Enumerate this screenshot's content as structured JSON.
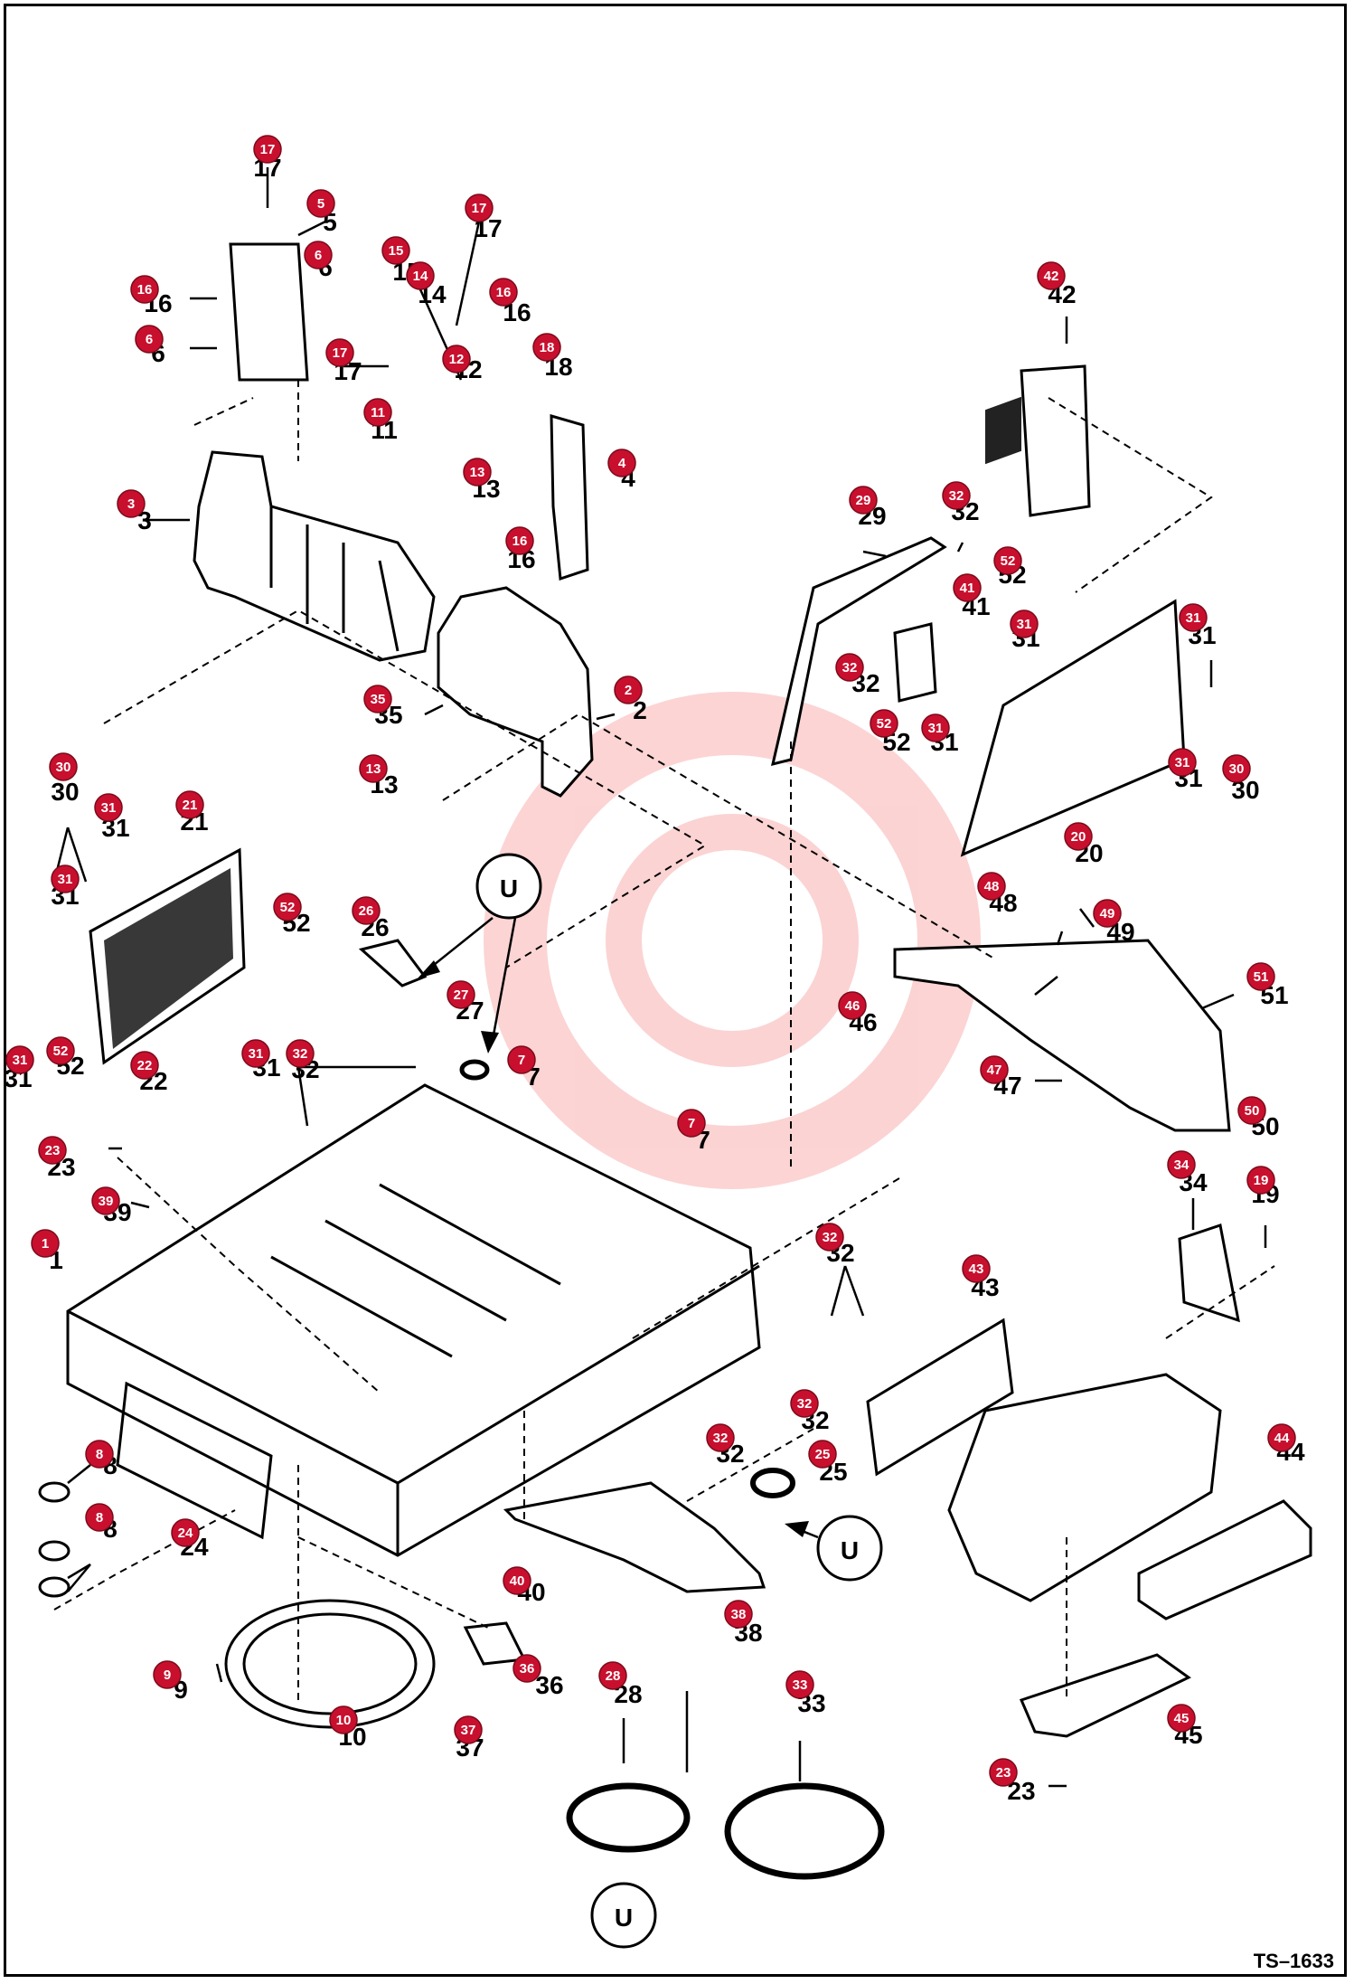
{
  "drawing_code": "TS–1633",
  "callout_color": "#c8102e",
  "sealant_symbol_letter": "U",
  "callouts": [
    {
      "n": "17"
    },
    {
      "n": "5"
    },
    {
      "n": "6"
    },
    {
      "n": "16"
    },
    {
      "n": "6"
    },
    {
      "n": "17"
    },
    {
      "n": "15"
    },
    {
      "n": "14"
    },
    {
      "n": "16"
    },
    {
      "n": "17"
    },
    {
      "n": "12"
    },
    {
      "n": "18"
    },
    {
      "n": "11"
    },
    {
      "n": "13"
    },
    {
      "n": "4"
    },
    {
      "n": "16"
    },
    {
      "n": "3"
    },
    {
      "n": "35"
    },
    {
      "n": "13"
    },
    {
      "n": "2"
    },
    {
      "n": "42"
    },
    {
      "n": "29"
    },
    {
      "n": "32"
    },
    {
      "n": "52"
    },
    {
      "n": "41"
    },
    {
      "n": "31"
    },
    {
      "n": "31"
    },
    {
      "n": "32"
    },
    {
      "n": "52"
    },
    {
      "n": "31"
    },
    {
      "n": "31"
    },
    {
      "n": "30"
    },
    {
      "n": "20"
    },
    {
      "n": "30"
    },
    {
      "n": "31"
    },
    {
      "n": "21"
    },
    {
      "n": "31"
    },
    {
      "n": "52"
    },
    {
      "n": "26"
    },
    {
      "n": "27"
    },
    {
      "n": "7"
    },
    {
      "n": "31"
    },
    {
      "n": "32"
    },
    {
      "n": "31"
    },
    {
      "n": "52"
    },
    {
      "n": "22"
    },
    {
      "n": "23"
    },
    {
      "n": "39"
    },
    {
      "n": "48"
    },
    {
      "n": "49"
    },
    {
      "n": "46"
    },
    {
      "n": "51"
    },
    {
      "n": "47"
    },
    {
      "n": "50"
    },
    {
      "n": "7"
    },
    {
      "n": "34"
    },
    {
      "n": "19"
    },
    {
      "n": "1"
    },
    {
      "n": "32"
    },
    {
      "n": "43"
    },
    {
      "n": "32"
    },
    {
      "n": "32"
    },
    {
      "n": "25"
    },
    {
      "n": "8"
    },
    {
      "n": "8"
    },
    {
      "n": "24"
    },
    {
      "n": "44"
    },
    {
      "n": "40"
    },
    {
      "n": "38"
    },
    {
      "n": "9"
    },
    {
      "n": "36"
    },
    {
      "n": "10"
    },
    {
      "n": "37"
    },
    {
      "n": "28"
    },
    {
      "n": "33"
    },
    {
      "n": "45"
    },
    {
      "n": "23"
    }
  ]
}
